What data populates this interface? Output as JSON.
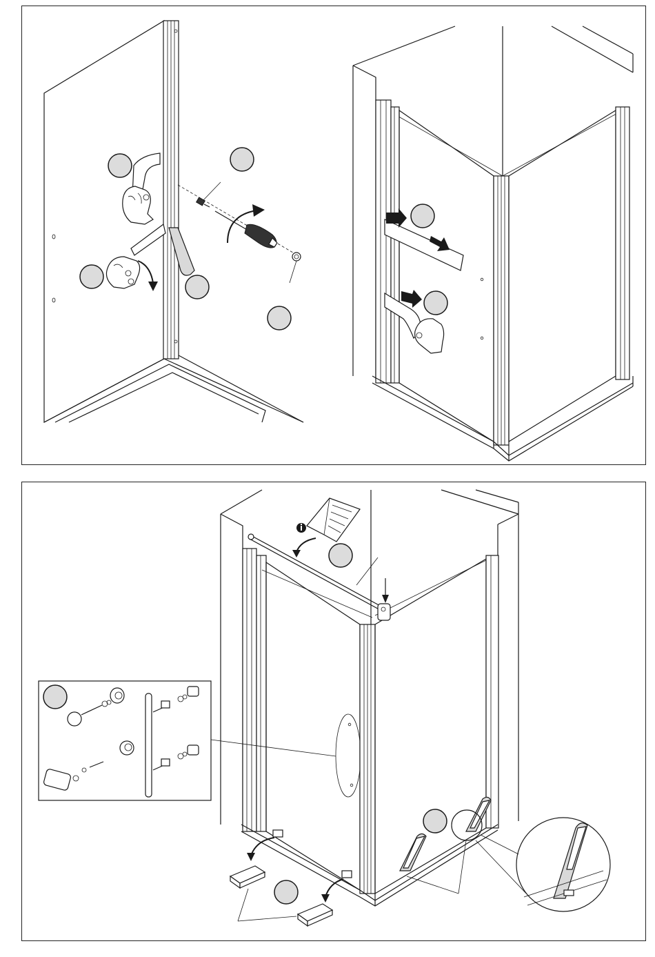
{
  "page": {
    "panels": [
      {
        "id": "top",
        "description_steps": 7
      },
      {
        "id": "bottom",
        "description_steps": 4
      }
    ]
  },
  "icons": {
    "info": "info-icon",
    "manual": "manual-icon",
    "hand": "hand-icon",
    "screwdriver": "screwdriver-icon",
    "magnifier": "magnifier-icon"
  },
  "colors": {
    "line": "#1a1a1a",
    "step_circle": "#dcdcdc",
    "background": "#ffffff"
  }
}
